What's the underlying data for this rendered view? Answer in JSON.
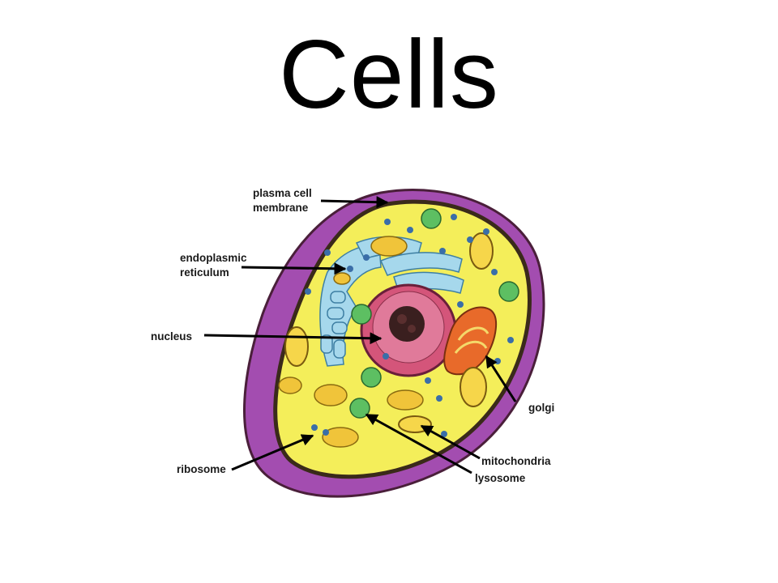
{
  "title": "Cells",
  "labels": {
    "plasma_membrane_line1": "plasma cell",
    "plasma_membrane_line2": "membrane",
    "er_line1": "endoplasmic",
    "er_line2": "reticulum",
    "nucleus": "nucleus",
    "ribosome": "ribosome",
    "golgi": "golgi",
    "mitochondria": "mitochondria",
    "lysosome": "lysosome"
  },
  "colors": {
    "membrane": "#a34db0",
    "membrane_edge": "#4a1f3a",
    "cytoplasm": "#f4ee5a",
    "nucleus": "#d4557a",
    "nucleolus": "#3a1f1f",
    "er": "#a6d8ec",
    "golgi": "#e86a2a",
    "lysosome": "#5dbf62",
    "ribosome": "#3a6ea8",
    "vesicle": "#f0c43a"
  }
}
